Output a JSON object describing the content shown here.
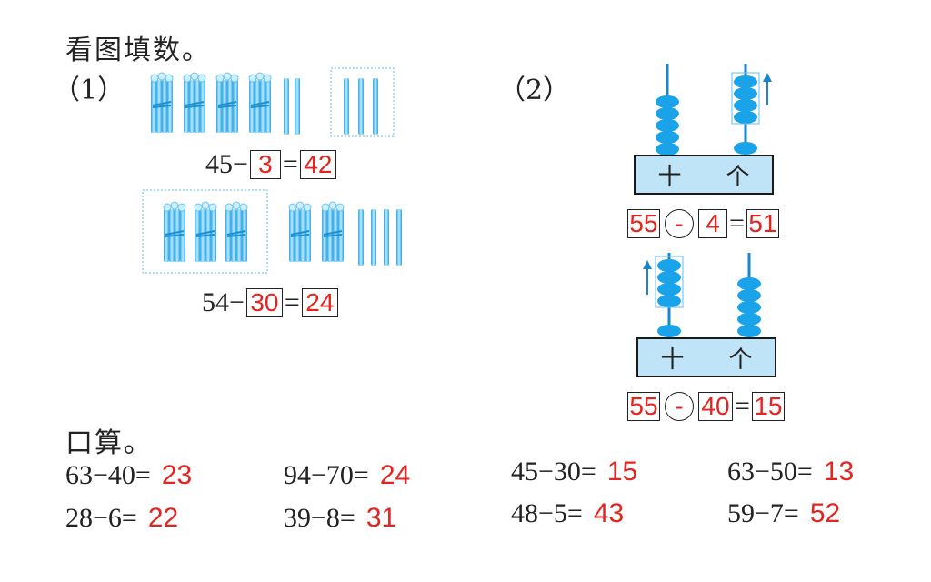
{
  "title": "看图填数。",
  "part1": {
    "label": "（1）",
    "eq1": {
      "a": "45",
      "op": "−",
      "box1": "3",
      "eq": "=",
      "box2": "42"
    },
    "eq2": {
      "a": "54",
      "op": "−",
      "box1": "30",
      "eq": "=",
      "box2": "24"
    }
  },
  "part2": {
    "label": "（2）",
    "abacus_top": {
      "tens": "十",
      "ones": "个"
    },
    "eq1": {
      "box1": "55",
      "op": "-",
      "box2": "4",
      "eq": "=",
      "box3": "51"
    },
    "abacus_bottom": {
      "tens": "十",
      "ones": "个"
    },
    "eq2": {
      "box1": "55",
      "op": "-",
      "box2": "40",
      "eq": "=",
      "box3": "15"
    }
  },
  "oral": {
    "title": "口算。",
    "items": [
      {
        "q": "63−40=",
        "a": "23"
      },
      {
        "q": "94−70=",
        "a": "24"
      },
      {
        "q": "45−30=",
        "a": "15"
      },
      {
        "q": "63−50=",
        "a": "13"
      },
      {
        "q": "28−6=",
        "a": "22"
      },
      {
        "q": "39−8=",
        "a": "31"
      },
      {
        "q": "48−5=",
        "a": "43"
      },
      {
        "q": "59−7=",
        "a": "52"
      }
    ]
  },
  "colors": {
    "accent": "#e5231f",
    "stick": "#5bc2f0",
    "bead": "#1aa3e8",
    "base": "#bfe3f7"
  }
}
